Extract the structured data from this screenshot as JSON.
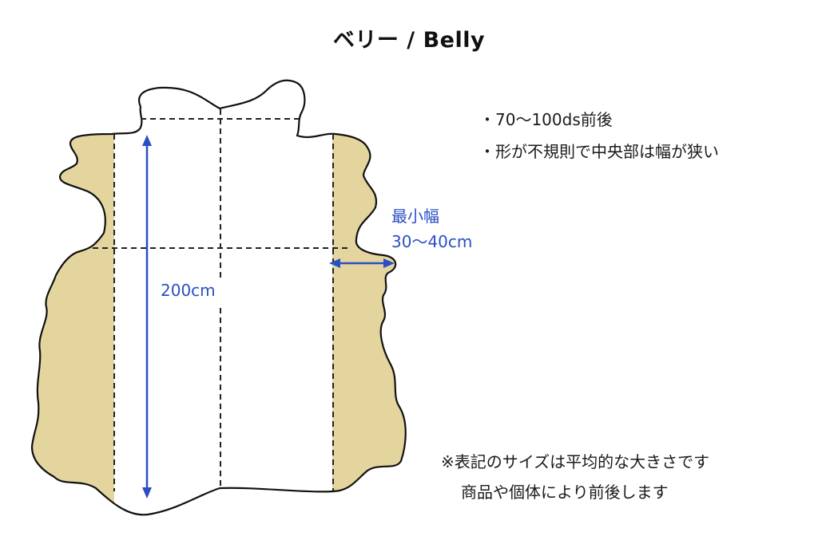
{
  "title": "ベリー / Belly",
  "notes": [
    "・70〜100ds前後",
    "・形が不規則で中央部は幅が狭い"
  ],
  "dimensions": {
    "min_width_label": "最小幅",
    "min_width_value": "30〜40cm",
    "length_value": "200cm"
  },
  "disclaimer": {
    "line1": "※表記のサイズは平均的な大きさです",
    "line2": "商品や個体により前後します"
  },
  "colors": {
    "hide_fill": "#e4d59f",
    "outline": "#111111",
    "dimension_blue": "#2a4fc4",
    "dashed_line": "#222222"
  }
}
